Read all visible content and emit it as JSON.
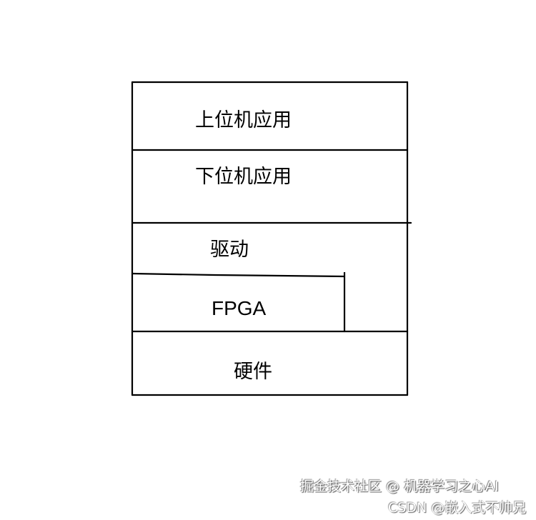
{
  "layers": [
    {
      "label": "上位机应用"
    },
    {
      "label": "下位机应用"
    },
    {
      "label": "驱动"
    },
    {
      "label": "FPGA"
    },
    {
      "label": "硬件"
    }
  ],
  "watermark": {
    "line1": "掘金技术社区 @ 机器学习之心AI",
    "line2": "CSDN @嵌入式不帅兄"
  },
  "colors": {
    "stroke": "#000000",
    "background": "#ffffff"
  }
}
